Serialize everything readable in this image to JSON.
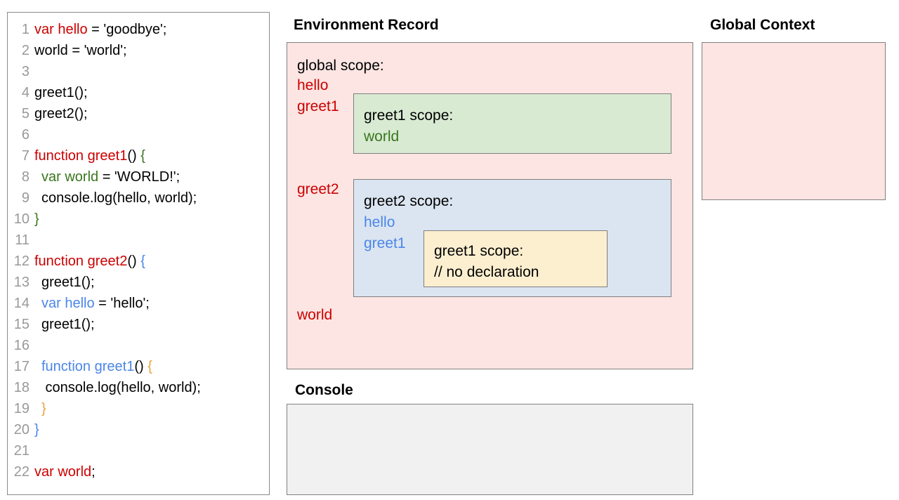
{
  "code_panel": {
    "language": "javascript",
    "lines": [
      {
        "num": "1",
        "indent": 0,
        "tokens": [
          {
            "t": "var hello",
            "c": "red"
          },
          {
            "t": " = 'goodbye';",
            "c": "black"
          }
        ]
      },
      {
        "num": "2",
        "indent": 0,
        "tokens": [
          {
            "t": "world = 'world';",
            "c": "black"
          }
        ]
      },
      {
        "num": "3",
        "indent": 0,
        "tokens": [
          {
            "t": "",
            "c": "black"
          }
        ]
      },
      {
        "num": "4",
        "indent": 0,
        "tokens": [
          {
            "t": "greet1();",
            "c": "black"
          }
        ]
      },
      {
        "num": "5",
        "indent": 0,
        "tokens": [
          {
            "t": "greet2();",
            "c": "black"
          }
        ]
      },
      {
        "num": "6",
        "indent": 0,
        "tokens": [
          {
            "t": "",
            "c": "black"
          }
        ]
      },
      {
        "num": "7",
        "indent": 0,
        "tokens": [
          {
            "t": "function greet1",
            "c": "red"
          },
          {
            "t": "() ",
            "c": "black"
          },
          {
            "t": "{",
            "c": "green"
          }
        ]
      },
      {
        "num": "8",
        "indent": 1,
        "tokens": [
          {
            "t": "var world",
            "c": "green"
          },
          {
            "t": " = 'WORLD!';",
            "c": "black"
          }
        ]
      },
      {
        "num": "9",
        "indent": 1,
        "tokens": [
          {
            "t": "console.log(hello, world);",
            "c": "black"
          }
        ]
      },
      {
        "num": "10",
        "indent": 0,
        "tokens": [
          {
            "t": "}",
            "c": "green"
          }
        ]
      },
      {
        "num": "11",
        "indent": 0,
        "tokens": [
          {
            "t": "",
            "c": "black"
          }
        ]
      },
      {
        "num": "12",
        "indent": 0,
        "tokens": [
          {
            "t": "function greet2",
            "c": "red"
          },
          {
            "t": "() ",
            "c": "black"
          },
          {
            "t": "{",
            "c": "blue"
          }
        ]
      },
      {
        "num": "13",
        "indent": 1,
        "tokens": [
          {
            "t": "greet1();",
            "c": "black"
          }
        ]
      },
      {
        "num": "14",
        "indent": 1,
        "tokens": [
          {
            "t": "var hello",
            "c": "blue"
          },
          {
            "t": " = 'hello';",
            "c": "black"
          }
        ]
      },
      {
        "num": "15",
        "indent": 1,
        "tokens": [
          {
            "t": "greet1();",
            "c": "black"
          }
        ]
      },
      {
        "num": "16",
        "indent": 0,
        "tokens": [
          {
            "t": "",
            "c": "black"
          }
        ]
      },
      {
        "num": "17",
        "indent": 1,
        "tokens": [
          {
            "t": "function greet1",
            "c": "blue"
          },
          {
            "t": "() ",
            "c": "black"
          },
          {
            "t": "{",
            "c": "amber"
          }
        ]
      },
      {
        "num": "18",
        "indent": 1,
        "tokens": [
          {
            "t": " console.log(hello, world);",
            "c": "black"
          }
        ]
      },
      {
        "num": "19",
        "indent": 1,
        "tokens": [
          {
            "t": "}",
            "c": "amber"
          }
        ]
      },
      {
        "num": "20",
        "indent": 0,
        "tokens": [
          {
            "t": "}",
            "c": "blue"
          }
        ]
      },
      {
        "num": "21",
        "indent": 0,
        "tokens": [
          {
            "t": "",
            "c": "black"
          }
        ]
      },
      {
        "num": "22",
        "indent": 0,
        "tokens": [
          {
            "t": "var world",
            "c": "red"
          },
          {
            "t": ";",
            "c": "black"
          }
        ]
      }
    ]
  },
  "environment_record": {
    "title": "Environment Record",
    "global_scope": {
      "heading": "global scope:",
      "vars": [
        "hello",
        "greet1",
        "greet2",
        "world"
      ],
      "var_hello": "hello",
      "var_greet1": "greet1",
      "var_greet2": "greet2",
      "var_world": "world"
    },
    "greet1_scope": {
      "heading": "greet1 scope:",
      "var_world": "world"
    },
    "greet2_scope": {
      "heading": "greet2 scope:",
      "var_hello": "hello",
      "var_greet1": "greet1",
      "nested_greet1_scope": {
        "heading": "greet1 scope:",
        "note": "// no declaration"
      }
    }
  },
  "global_context": {
    "title": "Global Context",
    "content": ""
  },
  "console": {
    "title": "Console",
    "content": ""
  },
  "colors": {
    "red": "#cc0000",
    "green": "#38761d",
    "blue": "#4a86e8",
    "amber": "#e8a33d",
    "line_number": "#999999",
    "pink_box_fill": "#fce5e3",
    "green_box_fill": "#d9ead3",
    "blue_box_fill": "#dbe5f1",
    "yellow_box_fill": "#fcefd0",
    "console_fill": "#f1f1f1",
    "box_border": "#808080"
  }
}
